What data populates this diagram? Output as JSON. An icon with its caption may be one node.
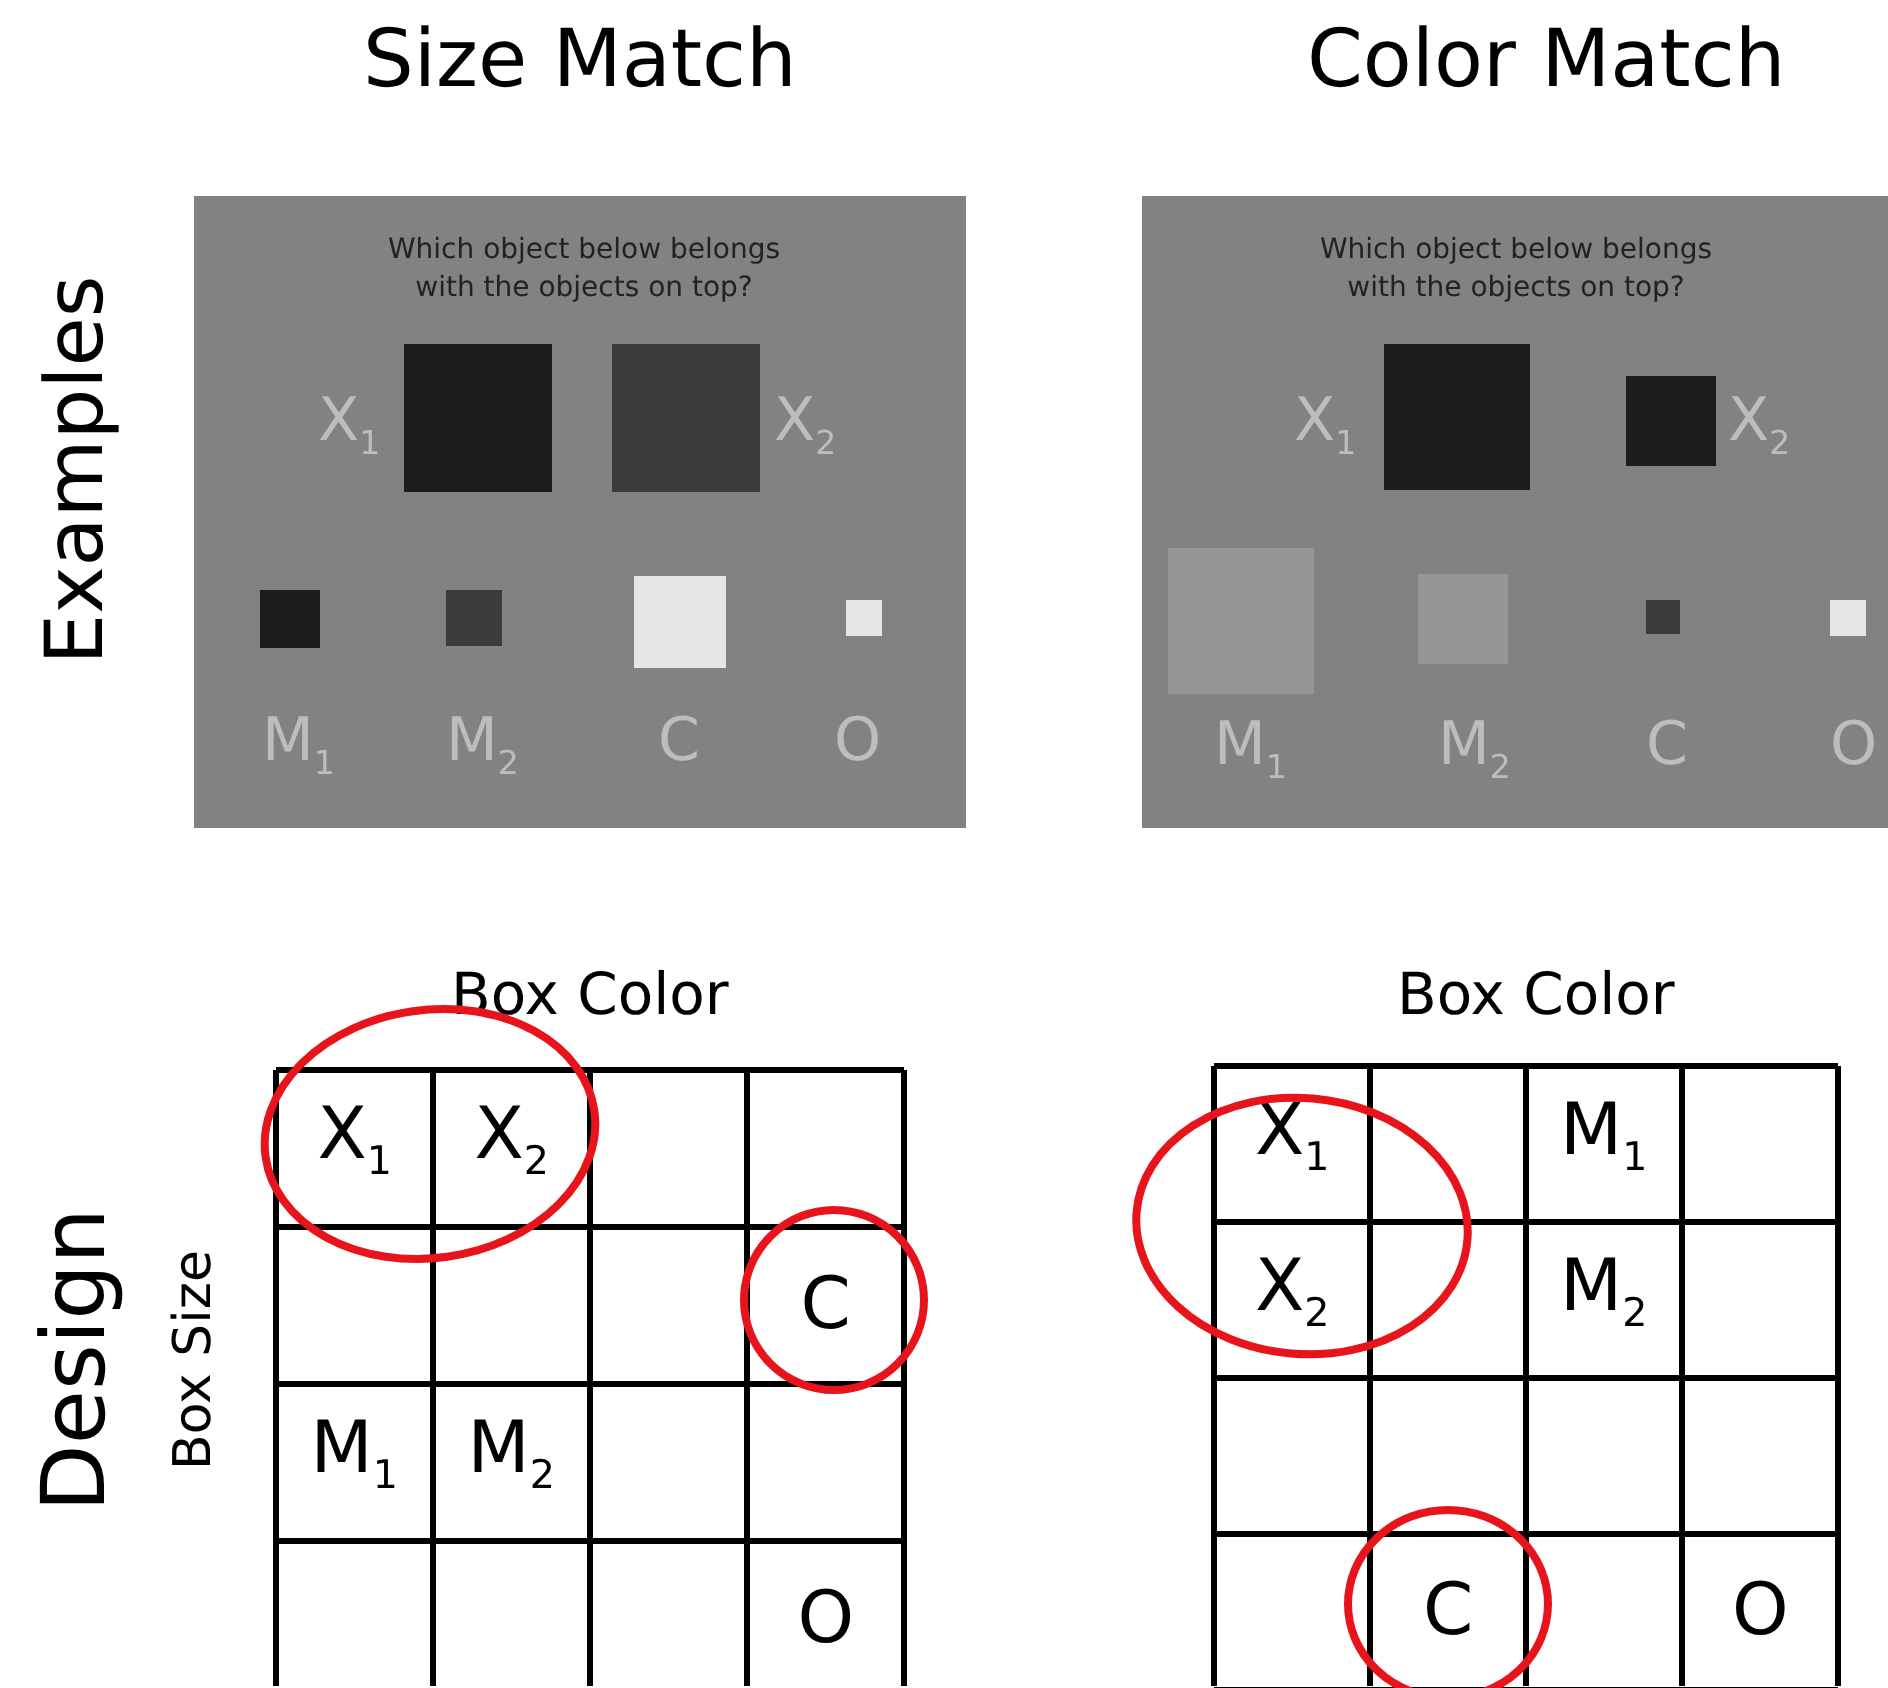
{
  "diagram": {
    "nodes": [
      {
        "text": [
          "Which object below belongs with the objects on top?",
          "X$_{1}$",
          "X$_{2}$",
          "M$_{1}$",
          "M$_{2}$",
          "C",
          "O"
        ]
      },
      {
        "text": [
          "Which object below belongs with the objects on top?",
          "X$_{1}$",
          "X$_{2}$",
          "M$_{1}$",
          "M$_{2}$",
          "C",
          "O"
        ]
      },
      {
        "text": [],
        "shape": "box",
        "in": 0
      },
      {
        "text": [],
        "shape": "box",
        "in": 0
      },
      {
        "text": [],
        "shape": "box",
        "in": 0
      },
      {
        "text": [],
        "shape": "box",
        "in": 0
      },
      {
        "text": [],
        "shape": "box",
        "in": 0
      },
      {
        "text": [],
        "shape": "box",
        "in": 0
      },
      {
        "text": [],
        "shape": "box",
        "in": 1
      },
      {
        "text": [],
        "shape": "box",
        "in": 1
      },
      {
        "text": [],
        "shape": "box",
        "in": 1
      },
      {
        "text": [],
        "shape": "box",
        "in": 1
      },
      {
        "text": [],
        "shape": "box",
        "in": 1
      },
      {
        "text": [],
        "shape": "box",
        "in": 1
      }
    ],
    "edges": [],
    "labels": [
      "Size Match",
      "Color Match",
      "Examples",
      "Design",
      "Box Color",
      "Box Color",
      "Box Size",
      "X$_{1}$",
      "X$_{2}$",
      "C",
      "M$_{1}$",
      "M$_{2}$",
      "O",
      "X$_{1}$",
      "M$_{1}$",
      "X$_{2}$",
      "M$_{2}$",
      "C",
      "O"
    ]
  }
}
